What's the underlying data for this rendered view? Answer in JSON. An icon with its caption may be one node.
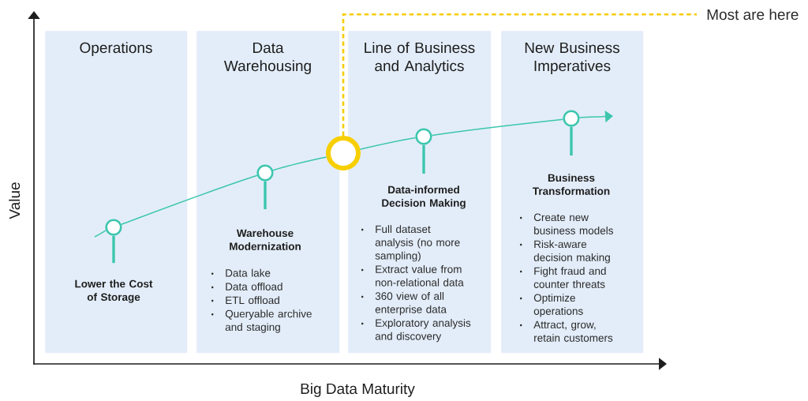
{
  "diagram": {
    "nodes": [
      {
        "text": [
          "Operations"
        ]
      },
      {
        "text": [],
        "shape": "circle",
        "in": 0
      },
      {
        "text": [
          "Lower the Cost of Storage"
        ],
        "in": 0
      },
      {
        "text": [
          "Data Warehousing"
        ]
      },
      {
        "text": [],
        "shape": "circle",
        "in": 3
      },
      {
        "text": [
          "Warehouse Modernization",
          "Data lake",
          "Data offload",
          "ETL offload",
          "Queryable archive and staging"
        ],
        "in": 3
      },
      {
        "text": [],
        "shape": "circle"
      },
      {
        "text": [
          "Line of Business and Analytics"
        ]
      },
      {
        "text": [],
        "shape": "circle",
        "in": 7
      },
      {
        "text": [
          "Data-informed Decision Making",
          "Full dataset analysis (no more sampling)",
          "Extract value from non-relational data",
          "360 view of all enterprise data",
          "Exploratory analysis and discovery"
        ],
        "in": 7
      },
      {
        "text": [
          "New Business Imperatives"
        ]
      },
      {
        "text": [],
        "shape": "circle",
        "in": 10
      },
      {
        "text": [
          "Business Transformation",
          "Create new business models",
          "Risk-aware decision making",
          "Fight fraud and counter threats",
          "Optimize operations",
          "Attract, grow, retain customers"
        ],
        "in": 10
      },
      {
        "text": [
          "Most are here"
        ]
      }
    ],
    "edges": [
      {
        "from": null,
        "to": 1,
        "arrow": "none"
      },
      {
        "from": 1,
        "to": 4,
        "arrow": "none"
      },
      {
        "from": 4,
        "to": 6,
        "arrow": "none"
      },
      {
        "from": 6,
        "to": 8,
        "arrow": "none"
      },
      {
        "from": 8,
        "to": 11,
        "arrow": "none"
      },
      {
        "from": 11,
        "to": null,
        "arrow": "to"
      },
      {
        "from": 1,
        "to": 2,
        "arrow": "none",
        "style": "thick"
      },
      {
        "from": 4,
        "to": 5,
        "arrow": "none",
        "style": "thick"
      },
      {
        "from": 8,
        "to": 9,
        "arrow": "none",
        "style": "thick"
      },
      {
        "from": 11,
        "to": 12,
        "arrow": "none",
        "style": "thick"
      },
      {
        "from": 6,
        "to": 13,
        "arrow": "none",
        "style": "dashed",
        "color": "#f5cc00"
      }
    ],
    "labels": [
      "Value",
      "Big Data Maturity"
    ]
  }
}
